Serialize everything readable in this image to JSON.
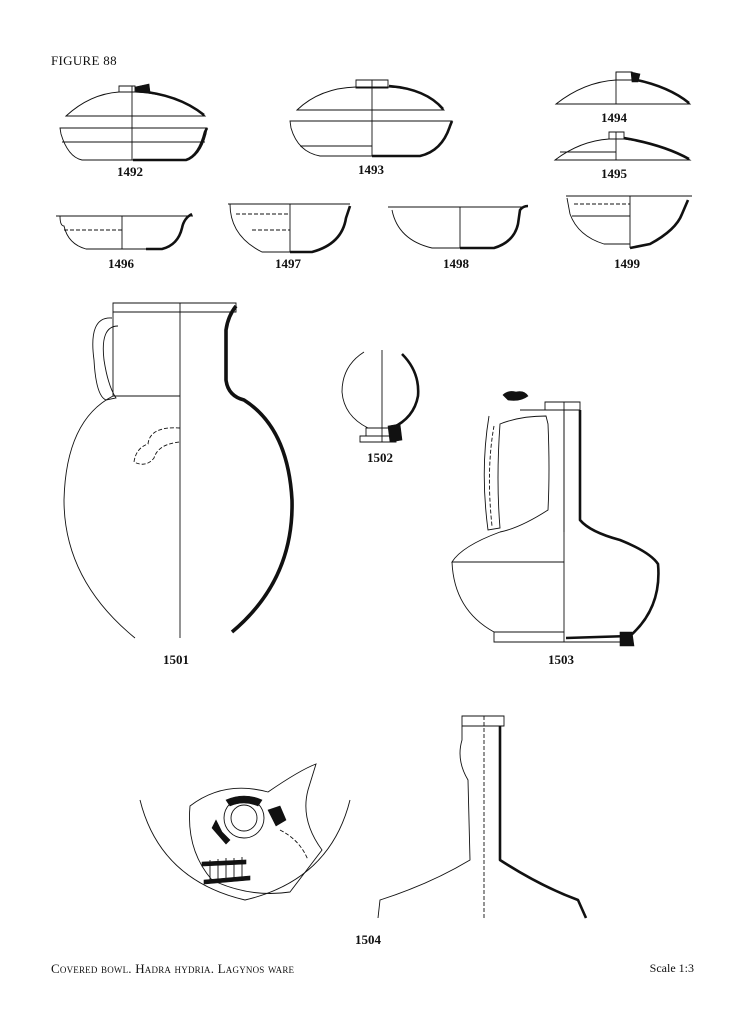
{
  "figure_title": "FIGURE 88",
  "caption": "Covered bowl. Hadra hydria. Lagynos ware",
  "scale": "Scale 1:3",
  "catalogue_numbers": {
    "n1492": "1492",
    "n1493": "1493",
    "n1494": "1494",
    "n1495": "1495",
    "n1496": "1496",
    "n1497": "1497",
    "n1498": "1498",
    "n1499": "1499",
    "n1501": "1501",
    "n1502": "1502",
    "n1503": "1503",
    "n1504": "1504"
  }
}
